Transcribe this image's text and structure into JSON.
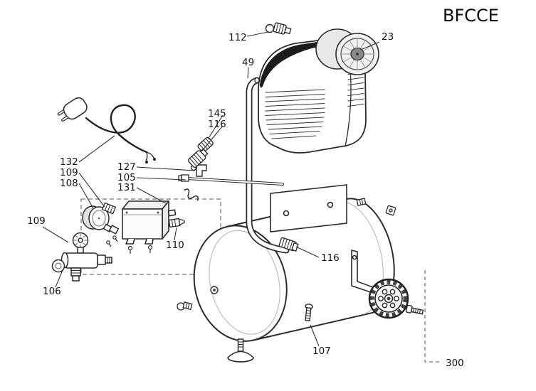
{
  "title": "BFCCE",
  "labels": {
    "p112": "112",
    "p23": "23",
    "p49": "49",
    "p145": "145",
    "p116a": "116",
    "p127": "127",
    "p105": "105",
    "p131": "131",
    "p132": "132",
    "p109a": "109",
    "p108": "108",
    "p109b": "109",
    "p110": "110",
    "p106": "106",
    "p116b": "116",
    "p107": "107",
    "p300": "300"
  }
}
